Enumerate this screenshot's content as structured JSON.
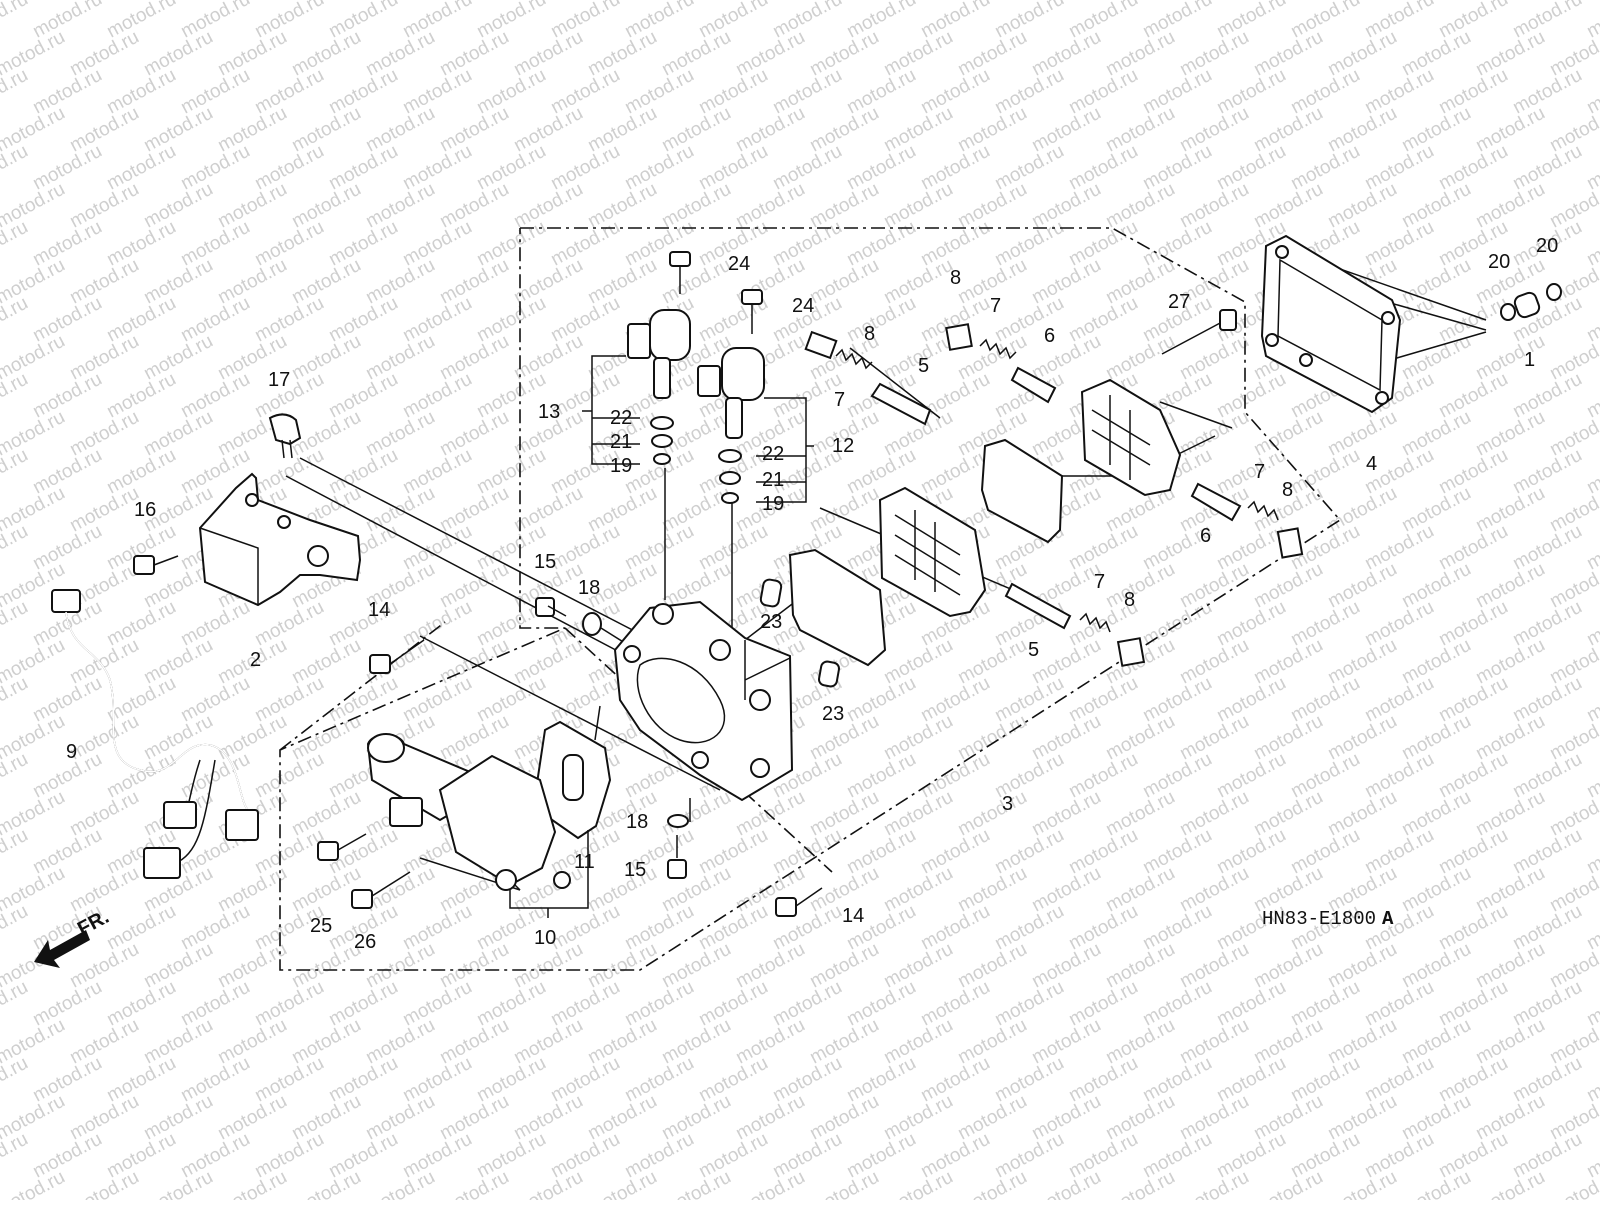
{
  "watermark": "motod.ru",
  "diagram_code": "HN83-E1800",
  "diagram_code_suffix": "A",
  "front_arrow_label": "FR.",
  "callouts": [
    "1",
    "2",
    "3",
    "4",
    "5",
    "5",
    "6",
    "6",
    "7",
    "7",
    "7",
    "7",
    "8",
    "8",
    "8",
    "8",
    "9",
    "10",
    "11",
    "12",
    "13",
    "14",
    "14",
    "15",
    "15",
    "16",
    "17",
    "18",
    "18",
    "19",
    "19",
    "20",
    "20",
    "21",
    "21",
    "22",
    "22",
    "23",
    "23",
    "24",
    "24",
    "25",
    "26",
    "27"
  ]
}
